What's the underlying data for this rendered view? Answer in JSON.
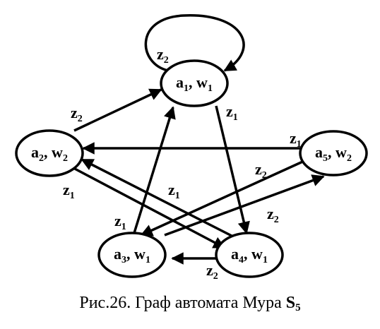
{
  "diagram": {
    "states": [
      {
        "id": "s1",
        "state": "a",
        "state_index": "1",
        "output": "w",
        "output_index": "1"
      },
      {
        "id": "s2",
        "state": "a",
        "state_index": "2",
        "output": "w",
        "output_index": "2"
      },
      {
        "id": "s3",
        "state": "a",
        "state_index": "3",
        "output": "w",
        "output_index": "1"
      },
      {
        "id": "s4",
        "state": "a",
        "state_index": "4",
        "output": "w",
        "output_index": "1"
      },
      {
        "id": "s5",
        "state": "a",
        "state_index": "5",
        "output": "w",
        "output_index": "2"
      }
    ],
    "transitions": [
      {
        "from": "s1",
        "to": "s1",
        "input": "z",
        "input_index": "2"
      },
      {
        "from": "s1",
        "to": "s4",
        "input": "z",
        "input_index": "1"
      },
      {
        "from": "s2",
        "to": "s1",
        "input": "z",
        "input_index": "2"
      },
      {
        "from": "s2",
        "to": "s4",
        "input": "z",
        "input_index": "1"
      },
      {
        "from": "s5",
        "to": "s2",
        "input": "z",
        "input_index": "1"
      },
      {
        "from": "s5",
        "to": "s3",
        "input": "z",
        "input_index": "2"
      },
      {
        "from": "s4",
        "to": "s2",
        "input": "z",
        "input_index": "1"
      },
      {
        "from": "s3",
        "to": "s1",
        "input": "z",
        "input_index": "1"
      },
      {
        "from": "s3",
        "to": "s5",
        "input": "z",
        "input_index": "2"
      },
      {
        "from": "s4",
        "to": "s3",
        "input": "z",
        "input_index": "2"
      }
    ]
  },
  "caption": {
    "prefix": "Рис.26. Граф автомата Мура ",
    "symbol": "S",
    "symbol_index": "5"
  }
}
